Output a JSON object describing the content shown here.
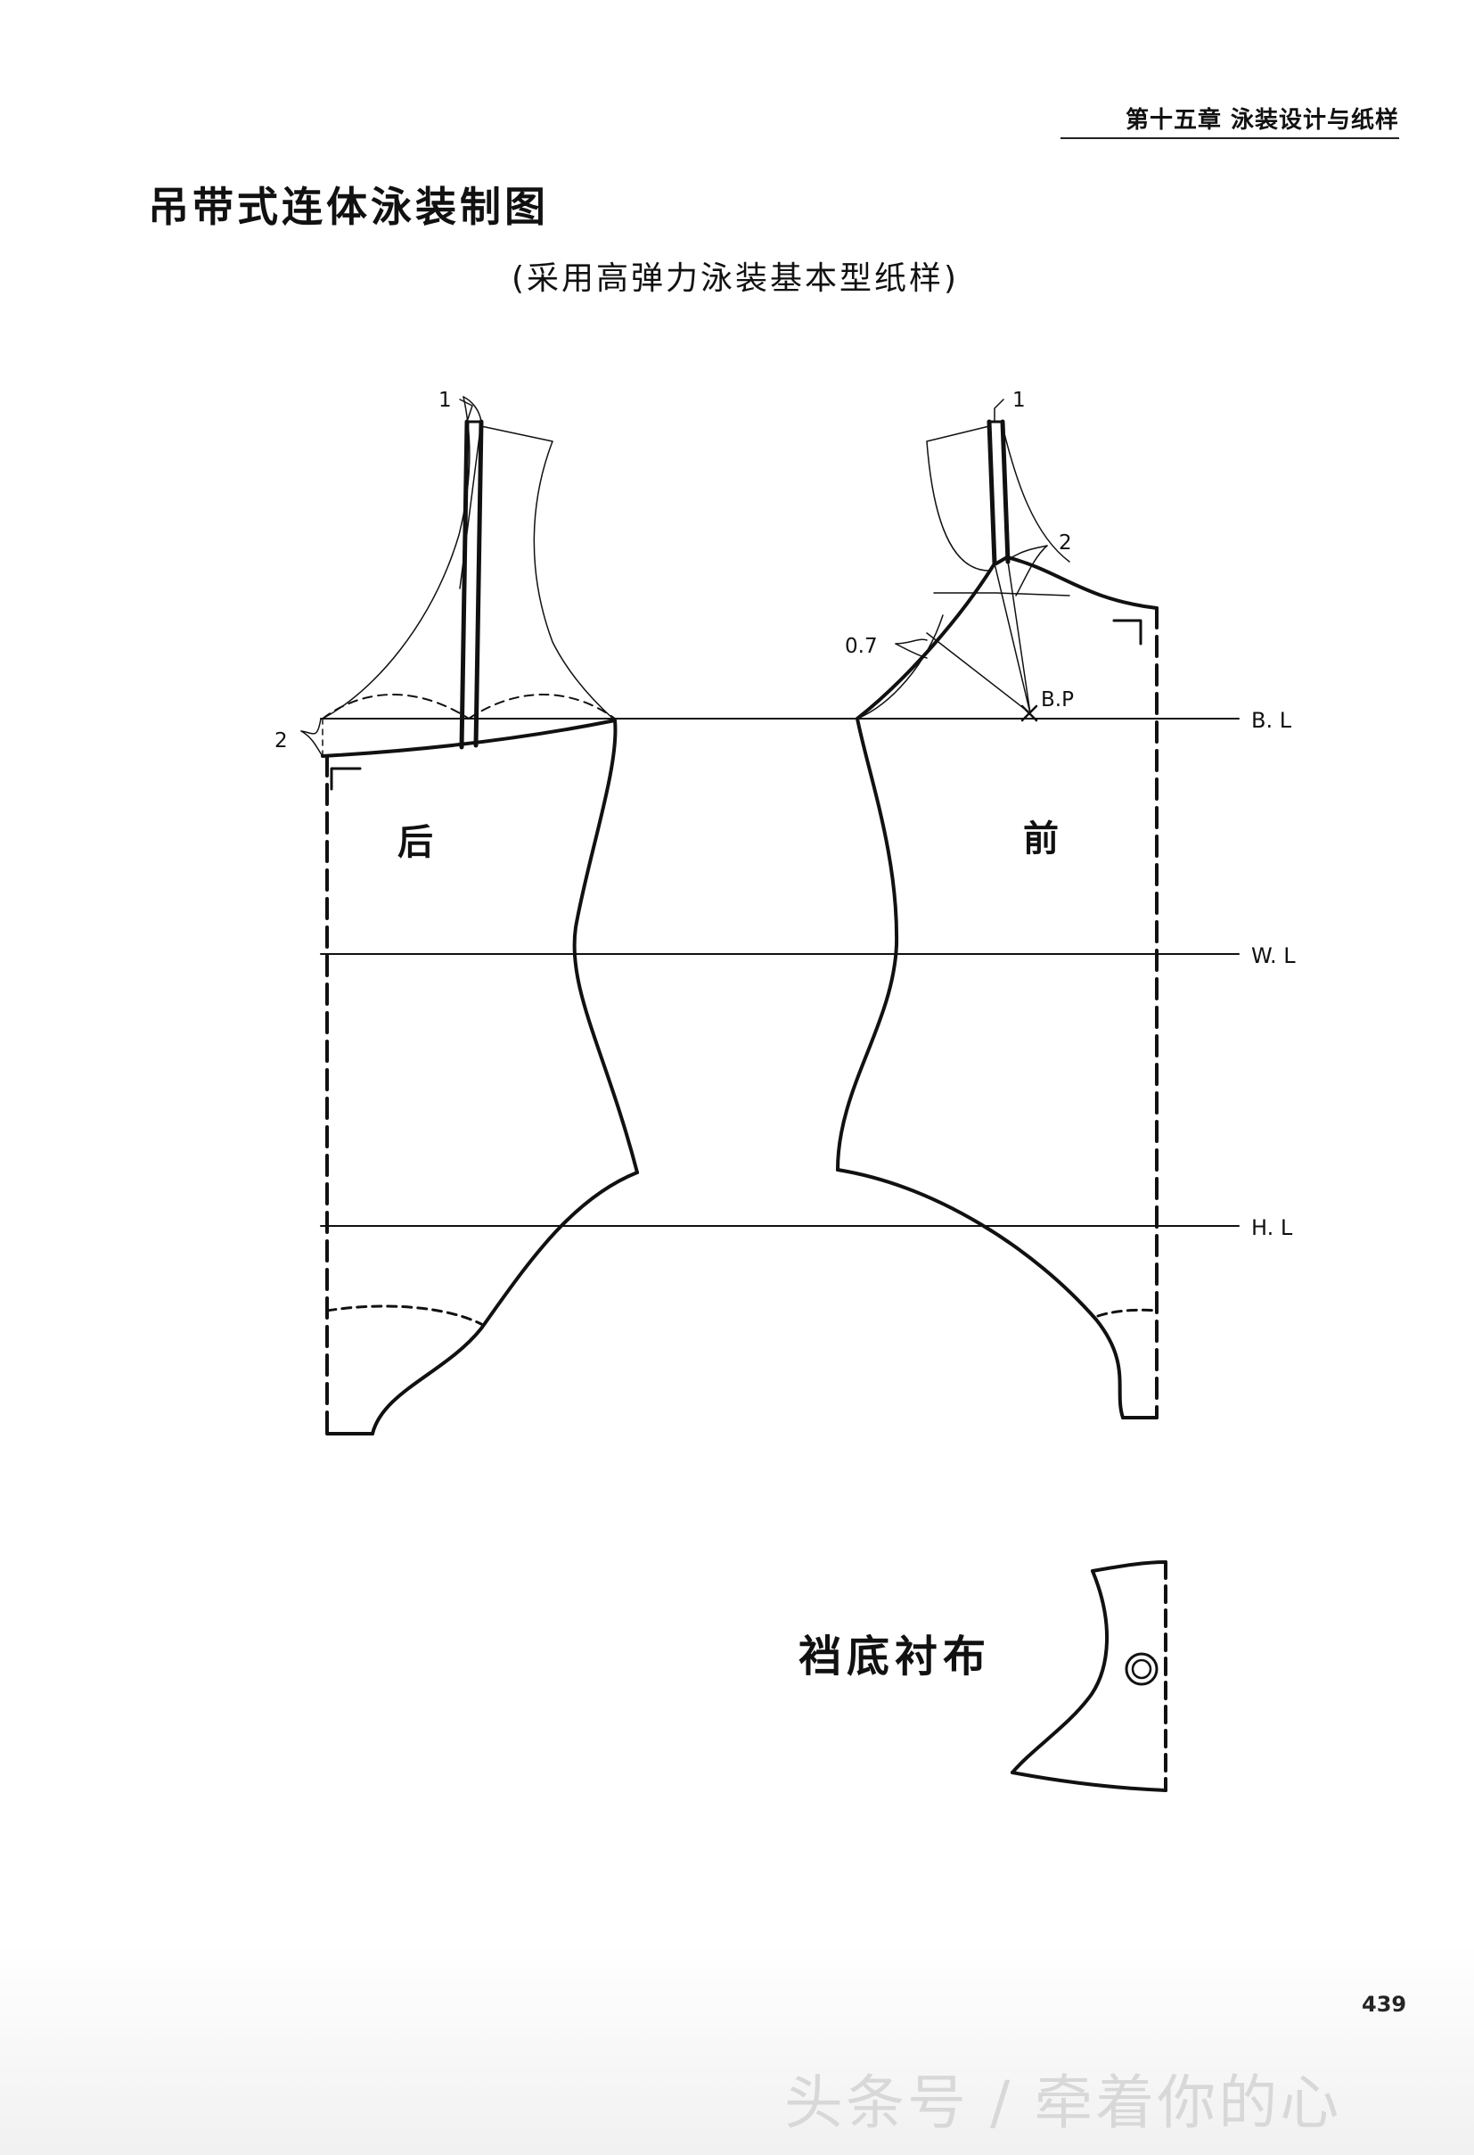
{
  "header": {
    "chapter": "第十五章   泳装设计与纸样"
  },
  "title": "吊带式连体泳装制图",
  "subtitle": "(采用高弹力泳装基本型纸样)",
  "pattern": {
    "guide_lines": {
      "bust": "B. L",
      "waist": "W. L",
      "hip": "H. L"
    },
    "back_label": "后",
    "front_label": "前",
    "measurements": {
      "back_strap_top": "1",
      "back_armhole_drop": "2",
      "front_strap_top": "1",
      "front_neck_offset": "2",
      "front_armhole": "0.7"
    },
    "bust_point": "B.P"
  },
  "gusset": {
    "title": "裆底衬布"
  },
  "page_number": "439",
  "watermark": "头条号 / 牵着你的心",
  "colors": {
    "ink": "#111111",
    "paper": "#ffffff",
    "watermark": "#d8d8d8"
  }
}
